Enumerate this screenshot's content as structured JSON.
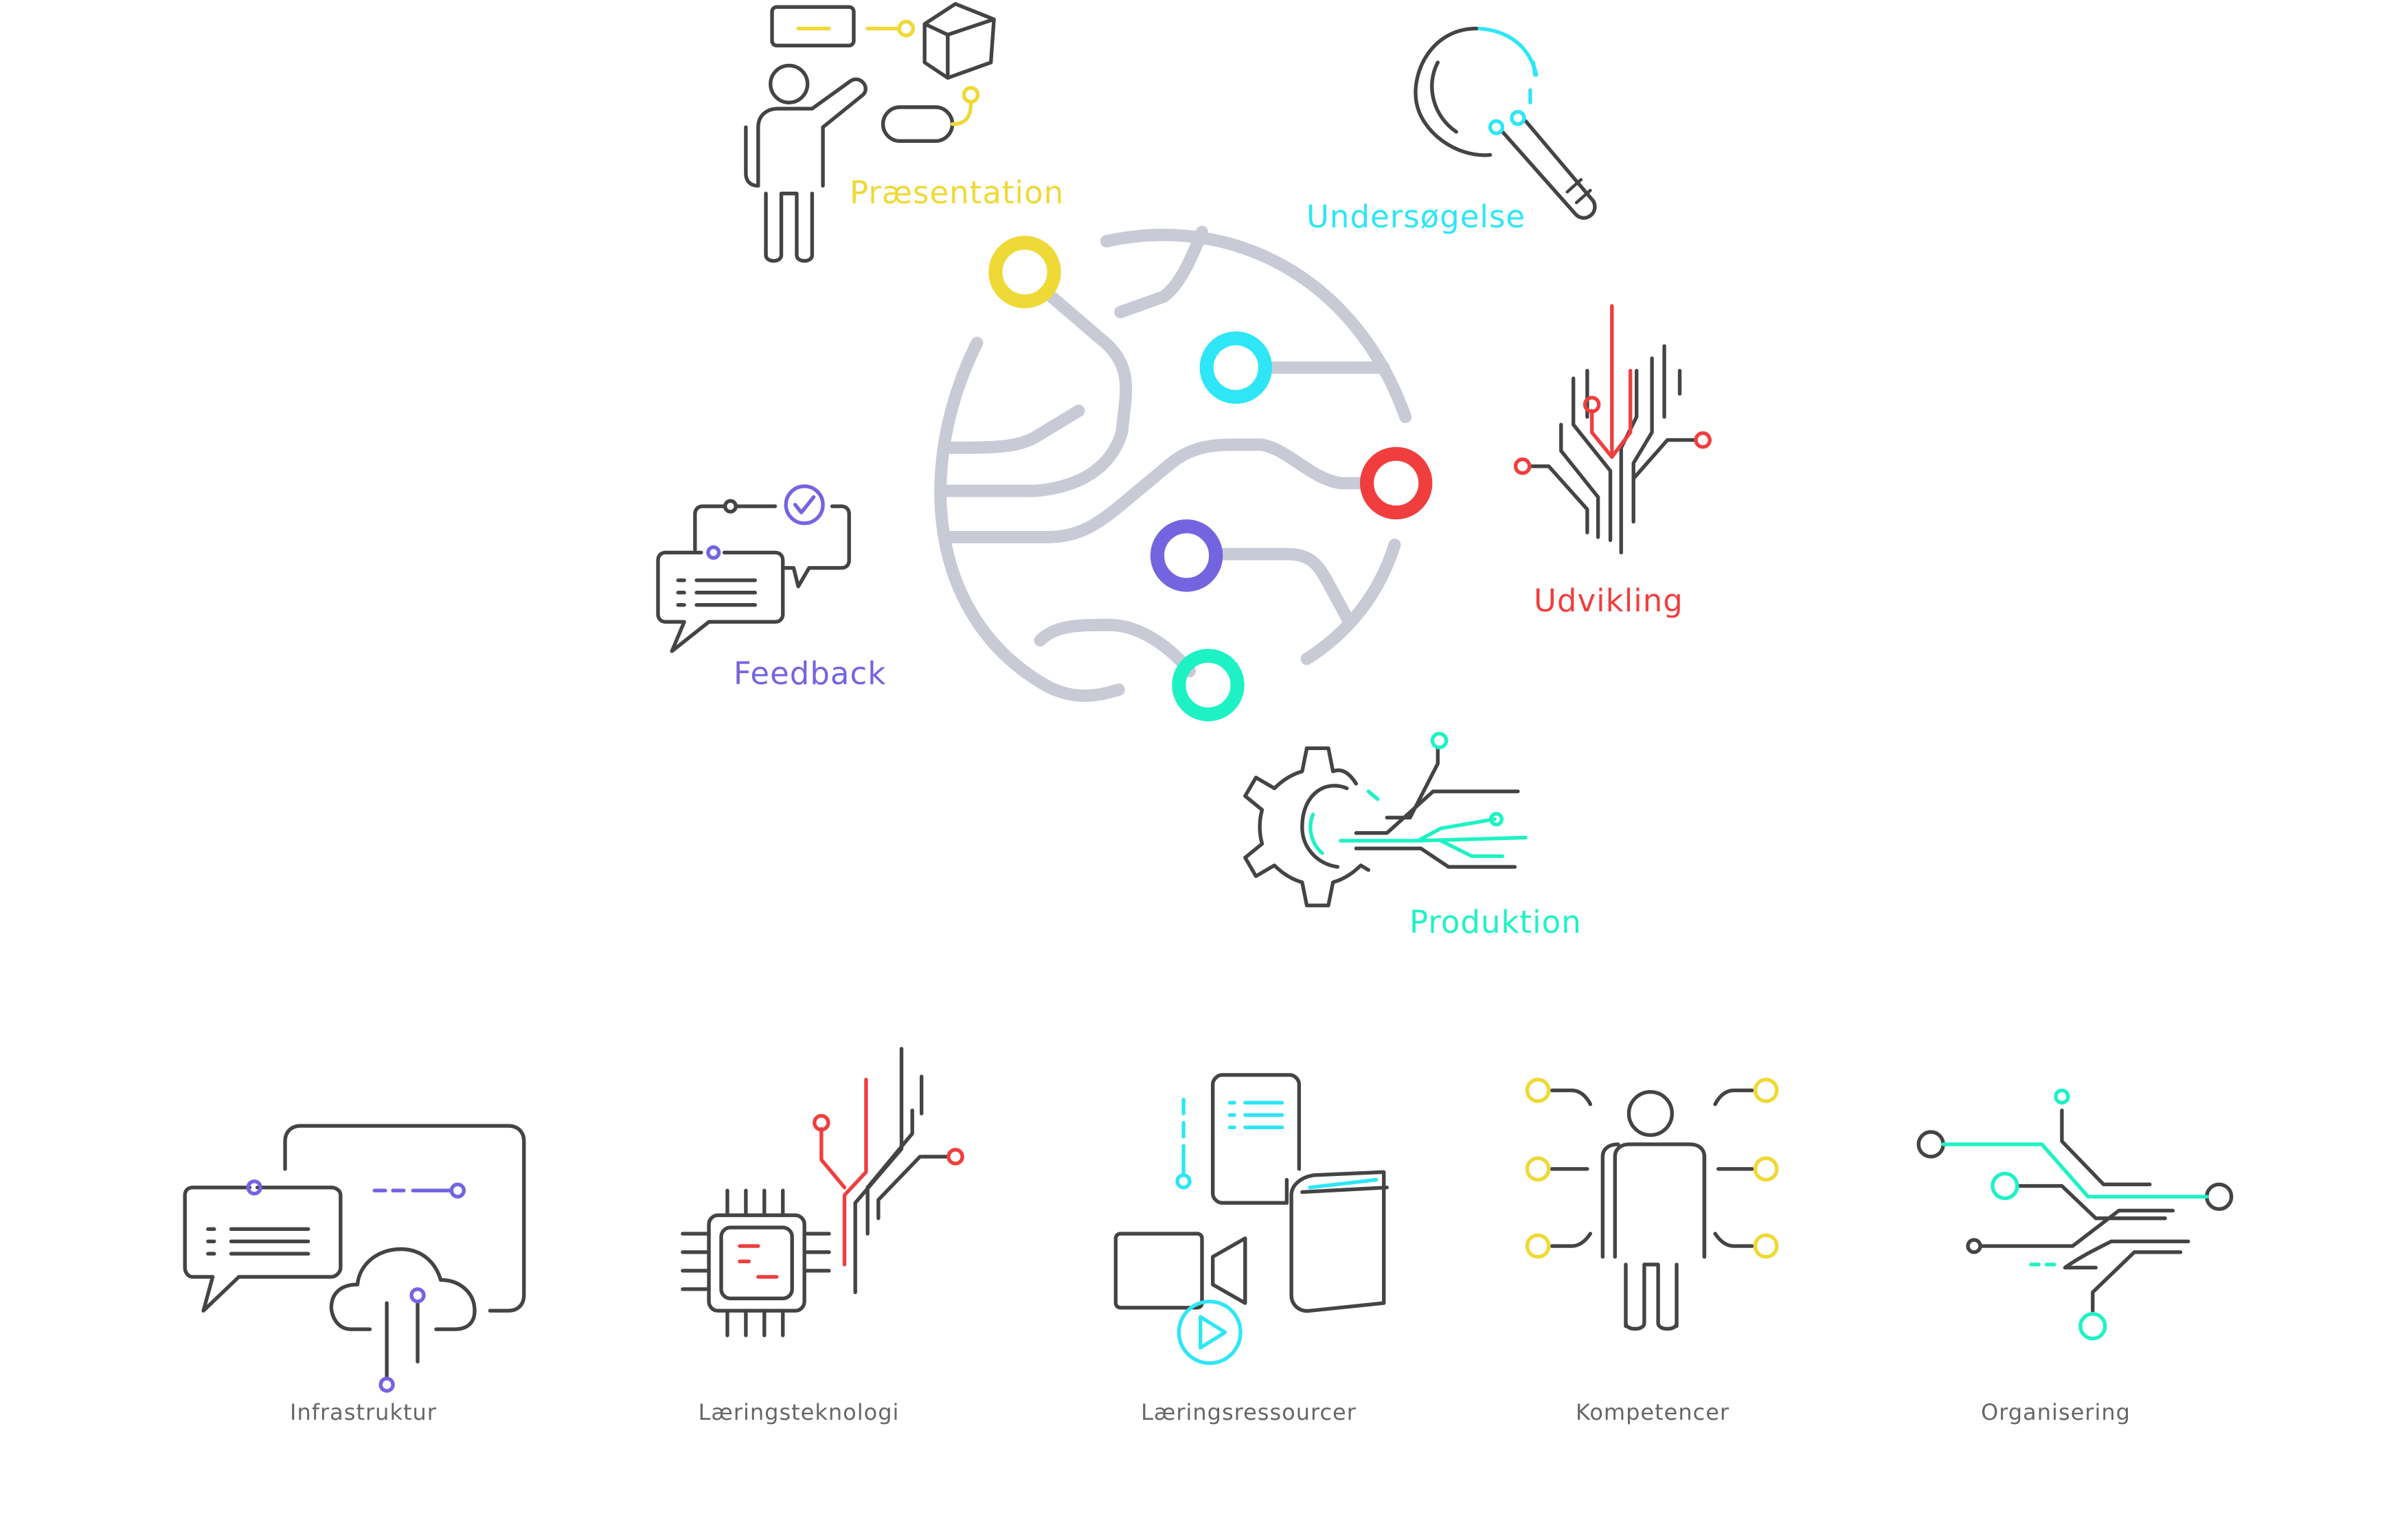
{
  "colors": {
    "globe": "#c8cad6",
    "line": "#444444",
    "presentation": "#eed936",
    "investigation": "#2ee6f6",
    "development": "#f03e3e",
    "feedback": "#7464e0",
    "production": "#1ef2c4",
    "caption": "#666666"
  },
  "phases": {
    "presentation": "Præsentation",
    "investigation": "Undersøgelse",
    "development": "Udvikling",
    "feedback": "Feedback",
    "production": "Produktion"
  },
  "foundations": [
    {
      "label": "Infrastruktur",
      "icon": "chat-cloud-icon"
    },
    {
      "label": "Læringsteknologi",
      "icon": "chip-icon"
    },
    {
      "label": "Læringsressourcer",
      "icon": "media-book-icon"
    },
    {
      "label": "Kompetencer",
      "icon": "person-nodes-icon"
    },
    {
      "label": "Organisering",
      "icon": "circuit-icon"
    }
  ]
}
